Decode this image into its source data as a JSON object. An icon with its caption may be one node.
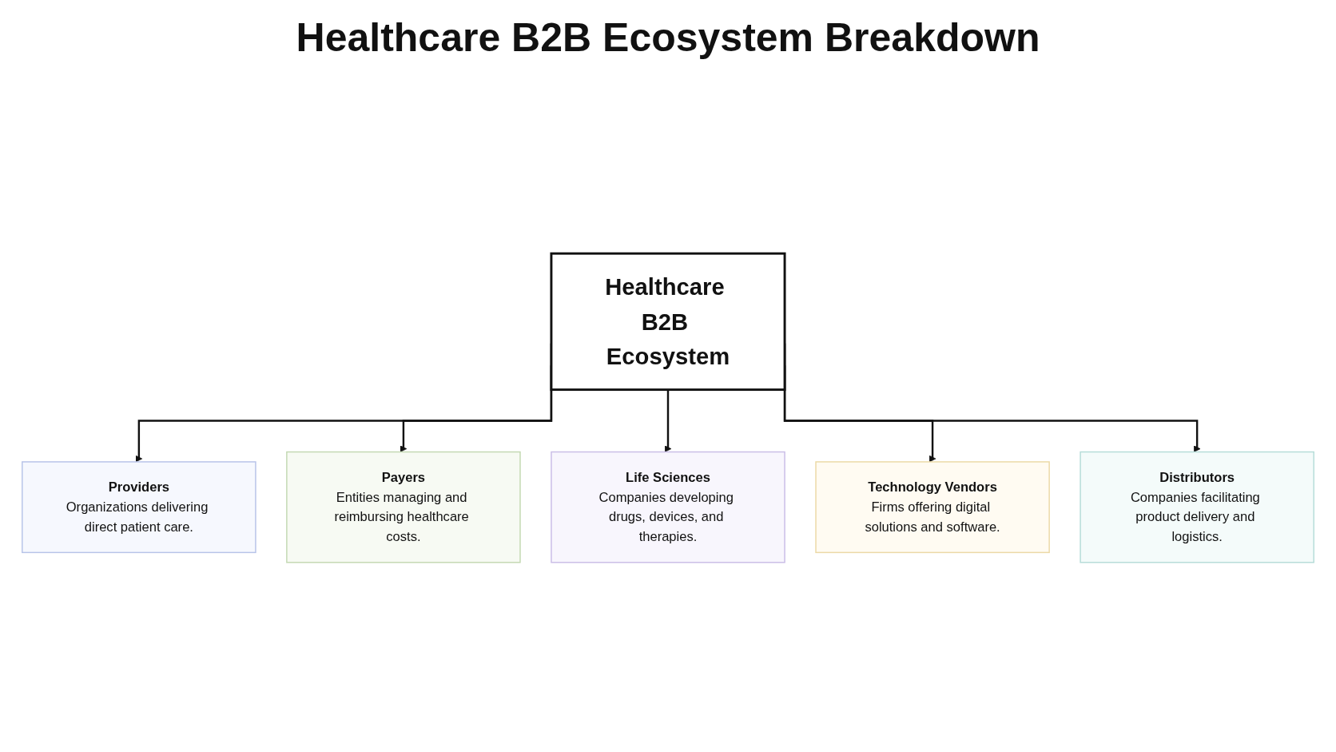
{
  "diagram": {
    "title": "Healthcare B2B Ecosystem Breakdown",
    "nodes": [
      {
        "text": [
          "Healthcare B2B Ecosystem"
        ]
      },
      {
        "text": [
          "Providers",
          "Organizations delivering direct patient care."
        ]
      },
      {
        "text": [
          "Payers",
          "Entities managing and reimbursing healthcare costs."
        ]
      },
      {
        "text": [
          "Life Sciences",
          "Companies developing drugs, devices, and therapies."
        ]
      },
      {
        "text": [
          "Technology Vendors",
          "Firms offering digital solutions and software."
        ]
      },
      {
        "text": [
          "Distributors",
          "Companies facilitating product delivery and logistics."
        ]
      }
    ],
    "edges": [
      {
        "from": 0,
        "to": 1,
        "arrow": "to"
      },
      {
        "from": 0,
        "to": 2,
        "arrow": "to"
      },
      {
        "from": 0,
        "to": 3,
        "arrow": "to"
      },
      {
        "from": 0,
        "to": 4,
        "arrow": "to"
      },
      {
        "from": 0,
        "to": 5,
        "arrow": "to"
      }
    ]
  }
}
